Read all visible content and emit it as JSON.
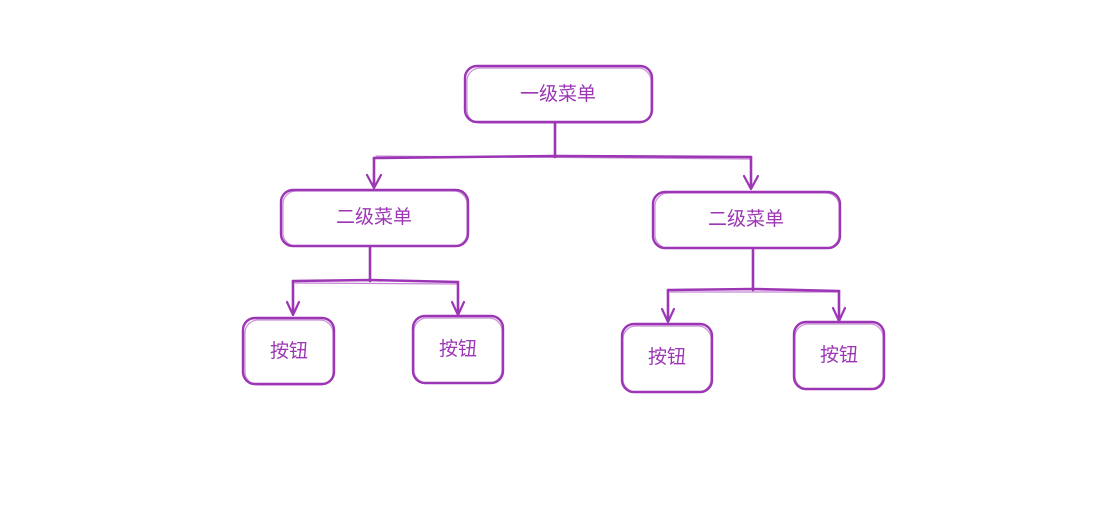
{
  "diagram": {
    "stroke_color": "#9c36b5",
    "root": {
      "label": "一级菜单"
    },
    "level2": [
      {
        "label": "二级菜单",
        "children": [
          {
            "label": "按钮"
          },
          {
            "label": "按钮"
          }
        ]
      },
      {
        "label": "二级菜单",
        "children": [
          {
            "label": "按钮"
          },
          {
            "label": "按钮"
          }
        ]
      }
    ]
  }
}
